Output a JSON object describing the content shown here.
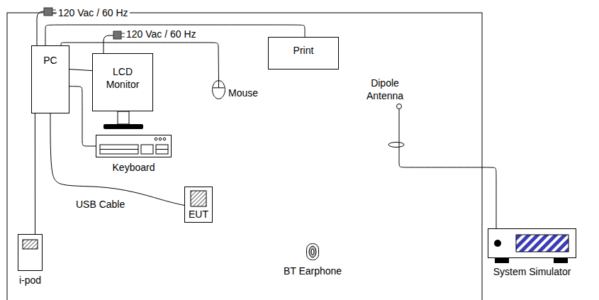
{
  "diagram": {
    "nodes": [
      {
        "text": [
          "PC"
        ]
      },
      {
        "text": [
          "LCD Monitor"
        ]
      },
      {
        "text": [
          "Print"
        ]
      },
      {
        "text": [
          "Mouse"
        ]
      },
      {
        "text": [
          "Keyboard"
        ]
      },
      {
        "text": [
          "EUT"
        ]
      },
      {
        "text": [
          "i-pod"
        ]
      },
      {
        "text": [
          "BT Earphone"
        ]
      },
      {
        "text": [
          "Dipole Antenna"
        ]
      },
      {
        "text": [
          "System Simulator"
        ]
      }
    ],
    "edges": [
      {
        "from": 0,
        "to": 1,
        "arrow": "none"
      },
      {
        "from": 0,
        "to": 2,
        "arrow": "none"
      },
      {
        "from": 0,
        "to": 3,
        "arrow": "none"
      },
      {
        "from": 0,
        "to": 4,
        "arrow": "none"
      },
      {
        "from": 0,
        "to": 5,
        "label": "USB Cable",
        "arrow": "none"
      },
      {
        "from": 0,
        "to": 6,
        "arrow": "none"
      },
      {
        "from": 8,
        "to": 9,
        "arrow": "none"
      }
    ],
    "labels": [
      "120 Vac / 60 Hz",
      "120 Vac / 60 Hz"
    ]
  }
}
